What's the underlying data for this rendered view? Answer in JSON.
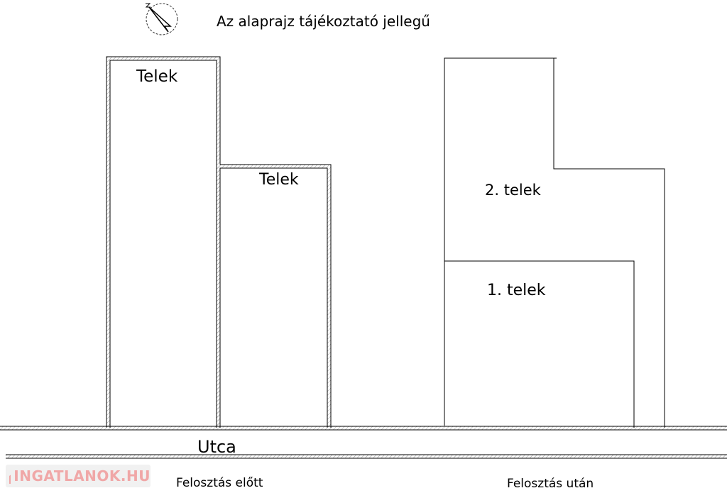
{
  "header": {
    "note": "Az alaprajz tájékoztató jellegű"
  },
  "before": {
    "plot_a": "Telek",
    "plot_b": "Telek",
    "caption": "Felosztás előtt"
  },
  "after": {
    "plot_1": "1. telek",
    "plot_2": "2. telek",
    "caption": "Felosztás után"
  },
  "street": "Utca",
  "watermark": "INGATLANOK.HU",
  "icons": {
    "compass": "north-arrow-icon",
    "logo": "house-icon"
  },
  "colors": {
    "line": "#000000",
    "hatch": "#888888",
    "watermark": "#f0a7a7"
  }
}
